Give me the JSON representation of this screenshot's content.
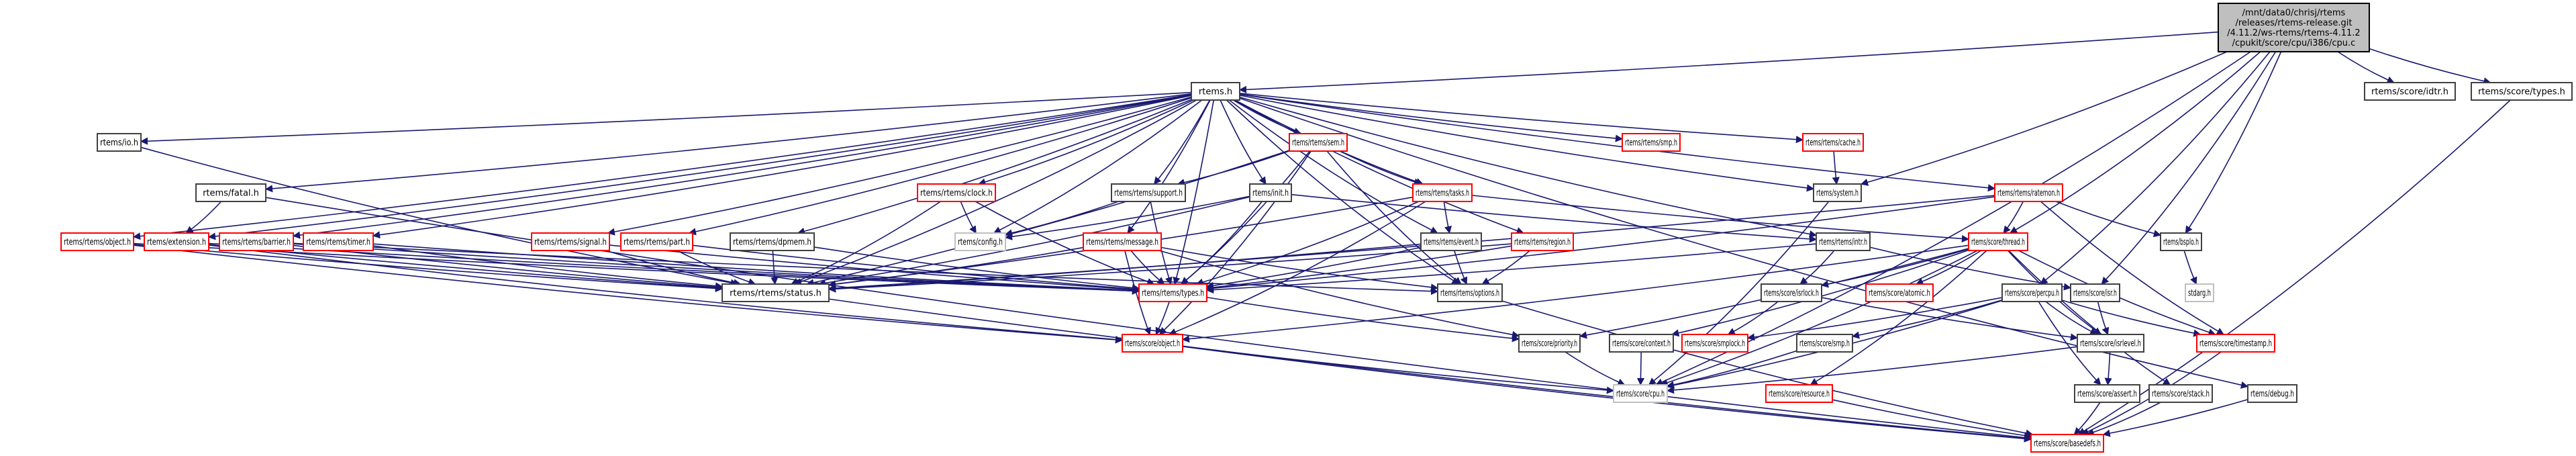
{
  "title": "Include dependency graph for cpu.c",
  "colors": {
    "edge": "#191970",
    "root_fill": "#bfbfbf",
    "root_border": "#000000",
    "normal_border": "#404040",
    "truncated_border": "#ff0000",
    "external_border": "#c0c0c0",
    "node_fill": "#ffffff"
  },
  "nodes": [
    {
      "id": "root",
      "label": [
        "/mnt/data0/chrisj/rtems",
        "/releases/rtems-release.git",
        "/4.11.2/ws-rtems/rtems-4.11.2",
        "/cpukit/score/cpu/i386/cpu.c"
      ],
      "kind": "root"
    },
    {
      "id": "rtems_h",
      "label": [
        "rtems.h"
      ],
      "kind": "normal"
    },
    {
      "id": "idtr",
      "label": [
        "rtems/score/idtr.h"
      ],
      "kind": "normal"
    },
    {
      "id": "stypes",
      "label": [
        "rtems/score/types.h"
      ],
      "kind": "normal"
    },
    {
      "id": "io",
      "label": [
        "rtems/io.h"
      ],
      "kind": "normal"
    },
    {
      "id": "fatal",
      "label": [
        "rtems/fatal.h"
      ],
      "kind": "normal"
    },
    {
      "id": "sem",
      "label": [
        "rtems/rtems/sem.h"
      ],
      "kind": "truncated"
    },
    {
      "id": "smp_r",
      "label": [
        "rtems/rtems/smp.h"
      ],
      "kind": "truncated"
    },
    {
      "id": "cache",
      "label": [
        "rtems/rtems/cache.h"
      ],
      "kind": "truncated"
    },
    {
      "id": "clock",
      "label": [
        "rtems/rtems/clock.h"
      ],
      "kind": "truncated"
    },
    {
      "id": "support",
      "label": [
        "rtems/rtems/support.h"
      ],
      "kind": "normal"
    },
    {
      "id": "init",
      "label": [
        "rtems/init.h"
      ],
      "kind": "normal"
    },
    {
      "id": "tasks",
      "label": [
        "rtems/rtems/tasks.h"
      ],
      "kind": "truncated"
    },
    {
      "id": "system",
      "label": [
        "rtems/system.h"
      ],
      "kind": "normal"
    },
    {
      "id": "ratemon",
      "label": [
        "rtems/rtems/ratemon.h"
      ],
      "kind": "truncated"
    },
    {
      "id": "object_r",
      "label": [
        "rtems/rtems/object.h"
      ],
      "kind": "truncated"
    },
    {
      "id": "extension",
      "label": [
        "rtems/extension.h"
      ],
      "kind": "truncated"
    },
    {
      "id": "barrier",
      "label": [
        "rtems/rtems/barrier.h"
      ],
      "kind": "truncated"
    },
    {
      "id": "timer",
      "label": [
        "rtems/rtems/timer.h"
      ],
      "kind": "truncated"
    },
    {
      "id": "signal",
      "label": [
        "rtems/rtems/signal.h"
      ],
      "kind": "truncated"
    },
    {
      "id": "part",
      "label": [
        "rtems/rtems/part.h"
      ],
      "kind": "truncated"
    },
    {
      "id": "dpmem",
      "label": [
        "rtems/rtems/dpmem.h"
      ],
      "kind": "normal"
    },
    {
      "id": "config",
      "label": [
        "rtems/config.h"
      ],
      "kind": "external"
    },
    {
      "id": "message",
      "label": [
        "rtems/rtems/message.h"
      ],
      "kind": "truncated"
    },
    {
      "id": "event",
      "label": [
        "rtems/rtems/event.h"
      ],
      "kind": "normal"
    },
    {
      "id": "region",
      "label": [
        "rtems/rtems/region.h"
      ],
      "kind": "truncated"
    },
    {
      "id": "intr",
      "label": [
        "rtems/rtems/intr.h"
      ],
      "kind": "normal"
    },
    {
      "id": "thread",
      "label": [
        "rtems/score/thread.h"
      ],
      "kind": "truncated"
    },
    {
      "id": "bspio",
      "label": [
        "rtems/bspIo.h"
      ],
      "kind": "normal"
    },
    {
      "id": "status",
      "label": [
        "rtems/rtems/status.h"
      ],
      "kind": "normal"
    },
    {
      "id": "rtypes",
      "label": [
        "rtems/rtems/types.h"
      ],
      "kind": "truncated"
    },
    {
      "id": "options",
      "label": [
        "rtems/rtems/options.h"
      ],
      "kind": "normal"
    },
    {
      "id": "isrlock",
      "label": [
        "rtems/score/isrlock.h"
      ],
      "kind": "normal"
    },
    {
      "id": "atomic",
      "label": [
        "rtems/score/atomic.h"
      ],
      "kind": "truncated"
    },
    {
      "id": "percpu",
      "label": [
        "rtems/score/percpu.h"
      ],
      "kind": "normal"
    },
    {
      "id": "isr",
      "label": [
        "rtems/score/isr.h"
      ],
      "kind": "normal"
    },
    {
      "id": "stdarg",
      "label": [
        "stdarg.h"
      ],
      "kind": "external"
    },
    {
      "id": "sobject",
      "label": [
        "rtems/score/object.h"
      ],
      "kind": "truncated"
    },
    {
      "id": "priority",
      "label": [
        "rtems/score/priority.h"
      ],
      "kind": "normal"
    },
    {
      "id": "context",
      "label": [
        "rtems/score/context.h"
      ],
      "kind": "normal"
    },
    {
      "id": "smplock",
      "label": [
        "rtems/score/smplock.h"
      ],
      "kind": "truncated"
    },
    {
      "id": "ssmp",
      "label": [
        "rtems/score/smp.h"
      ],
      "kind": "normal"
    },
    {
      "id": "isrlevel",
      "label": [
        "rtems/score/isrlevel.h"
      ],
      "kind": "normal"
    },
    {
      "id": "timestamp",
      "label": [
        "rtems/score/timestamp.h"
      ],
      "kind": "truncated"
    },
    {
      "id": "cpu",
      "label": [
        "rtems/score/cpu.h"
      ],
      "kind": "external"
    },
    {
      "id": "resource",
      "label": [
        "rtems/score/resource.h"
      ],
      "kind": "truncated"
    },
    {
      "id": "assert",
      "label": [
        "rtems/score/assert.h"
      ],
      "kind": "normal"
    },
    {
      "id": "stack",
      "label": [
        "rtems/score/stack.h"
      ],
      "kind": "normal"
    },
    {
      "id": "debug",
      "label": [
        "rtems/debug.h"
      ],
      "kind": "normal"
    },
    {
      "id": "basedefs",
      "label": [
        "rtems/score/basedefs.h"
      ],
      "kind": "truncated"
    }
  ],
  "edges": [
    [
      "root",
      "rtems_h"
    ],
    [
      "root",
      "idtr"
    ],
    [
      "root",
      "stypes"
    ],
    [
      "root",
      "system"
    ],
    [
      "root",
      "thread"
    ],
    [
      "root",
      "bspio"
    ],
    [
      "root",
      "percpu"
    ],
    [
      "root",
      "isr"
    ],
    [
      "root",
      "cpu"
    ],
    [
      "rtems_h",
      "io"
    ],
    [
      "rtems_h",
      "fatal"
    ],
    [
      "rtems_h",
      "sem"
    ],
    [
      "rtems_h",
      "smp_r"
    ],
    [
      "rtems_h",
      "cache"
    ],
    [
      "rtems_h",
      "clock"
    ],
    [
      "rtems_h",
      "support"
    ],
    [
      "rtems_h",
      "init"
    ],
    [
      "rtems_h",
      "tasks"
    ],
    [
      "rtems_h",
      "system"
    ],
    [
      "rtems_h",
      "ratemon"
    ],
    [
      "rtems_h",
      "object_r"
    ],
    [
      "rtems_h",
      "extension"
    ],
    [
      "rtems_h",
      "barrier"
    ],
    [
      "rtems_h",
      "timer"
    ],
    [
      "rtems_h",
      "signal"
    ],
    [
      "rtems_h",
      "part"
    ],
    [
      "rtems_h",
      "dpmem"
    ],
    [
      "rtems_h",
      "config"
    ],
    [
      "rtems_h",
      "message"
    ],
    [
      "rtems_h",
      "event"
    ],
    [
      "rtems_h",
      "region"
    ],
    [
      "rtems_h",
      "intr"
    ],
    [
      "rtems_h",
      "status"
    ],
    [
      "rtems_h",
      "rtypes"
    ],
    [
      "rtems_h",
      "debug"
    ],
    [
      "rtems_h",
      "options"
    ],
    [
      "io",
      "status"
    ],
    [
      "fatal",
      "extension"
    ],
    [
      "fatal",
      "basedefs"
    ],
    [
      "sem",
      "support"
    ],
    [
      "sem",
      "tasks"
    ],
    [
      "sem",
      "rtypes"
    ],
    [
      "sem",
      "status"
    ],
    [
      "sem",
      "options"
    ],
    [
      "sem",
      "sobject"
    ],
    [
      "cache",
      "system"
    ],
    [
      "clock",
      "config"
    ],
    [
      "clock",
      "rtypes"
    ],
    [
      "clock",
      "status"
    ],
    [
      "support",
      "config"
    ],
    [
      "support",
      "rtypes"
    ],
    [
      "init",
      "config"
    ],
    [
      "init",
      "rtypes"
    ],
    [
      "init",
      "status"
    ],
    [
      "init",
      "intr"
    ],
    [
      "tasks",
      "event"
    ],
    [
      "tasks",
      "rtypes"
    ],
    [
      "tasks",
      "status"
    ],
    [
      "tasks",
      "thread"
    ],
    [
      "tasks",
      "sobject"
    ],
    [
      "system",
      "cpu"
    ],
    [
      "ratemon",
      "thread"
    ],
    [
      "ratemon",
      "bspio"
    ],
    [
      "ratemon",
      "timestamp"
    ],
    [
      "ratemon",
      "rtypes"
    ],
    [
      "ratemon",
      "status"
    ],
    [
      "object_r",
      "rtypes"
    ],
    [
      "object_r",
      "status"
    ],
    [
      "object_r",
      "sobject"
    ],
    [
      "extension",
      "rtypes"
    ],
    [
      "extension",
      "status"
    ],
    [
      "extension",
      "sobject"
    ],
    [
      "barrier",
      "rtypes"
    ],
    [
      "barrier",
      "status"
    ],
    [
      "barrier",
      "options"
    ],
    [
      "timer",
      "rtypes"
    ],
    [
      "timer",
      "status"
    ],
    [
      "signal",
      "rtypes"
    ],
    [
      "signal",
      "status"
    ],
    [
      "part",
      "rtypes"
    ],
    [
      "part",
      "status"
    ],
    [
      "dpmem",
      "rtypes"
    ],
    [
      "dpmem",
      "status"
    ],
    [
      "message",
      "rtypes"
    ],
    [
      "message",
      "status"
    ],
    [
      "message",
      "options"
    ],
    [
      "message",
      "sobject"
    ],
    [
      "message",
      "priority"
    ],
    [
      "event",
      "rtypes"
    ],
    [
      "event",
      "status"
    ],
    [
      "event",
      "options"
    ],
    [
      "region",
      "rtypes"
    ],
    [
      "region",
      "status"
    ],
    [
      "region",
      "options"
    ],
    [
      "intr",
      "isrlock"
    ],
    [
      "intr",
      "isr"
    ],
    [
      "intr",
      "rtypes"
    ],
    [
      "thread",
      "isrlock"
    ],
    [
      "thread",
      "atomic"
    ],
    [
      "thread",
      "context"
    ],
    [
      "thread",
      "cpu"
    ],
    [
      "thread",
      "sobject"
    ],
    [
      "thread",
      "priority"
    ],
    [
      "thread",
      "resource"
    ],
    [
      "thread",
      "stack"
    ],
    [
      "thread",
      "timestamp"
    ],
    [
      "thread",
      "isrlevel"
    ],
    [
      "bspio",
      "stdarg"
    ],
    [
      "status",
      "basedefs"
    ],
    [
      "rtypes",
      "sobject"
    ],
    [
      "rtypes",
      "priority"
    ],
    [
      "options",
      "basedefs"
    ],
    [
      "isrlock",
      "smplock"
    ],
    [
      "isrlock",
      "isrlevel"
    ],
    [
      "percpu",
      "smplock"
    ],
    [
      "percpu",
      "ssmp"
    ],
    [
      "percpu",
      "isrlevel"
    ],
    [
      "percpu",
      "assert"
    ],
    [
      "percpu",
      "timestamp"
    ],
    [
      "percpu",
      "cpu"
    ],
    [
      "isr",
      "isrlevel"
    ],
    [
      "sobject",
      "cpu"
    ],
    [
      "sobject",
      "basedefs"
    ],
    [
      "priority",
      "cpu"
    ],
    [
      "context",
      "cpu"
    ],
    [
      "ssmp",
      "cpu"
    ],
    [
      "isrlevel",
      "assert"
    ],
    [
      "isrlevel",
      "cpu"
    ],
    [
      "timestamp",
      "basedefs"
    ],
    [
      "resource",
      "basedefs"
    ],
    [
      "assert",
      "basedefs"
    ],
    [
      "stack",
      "basedefs"
    ],
    [
      "debug",
      "basedefs"
    ],
    [
      "stypes",
      "basedefs"
    ]
  ]
}
